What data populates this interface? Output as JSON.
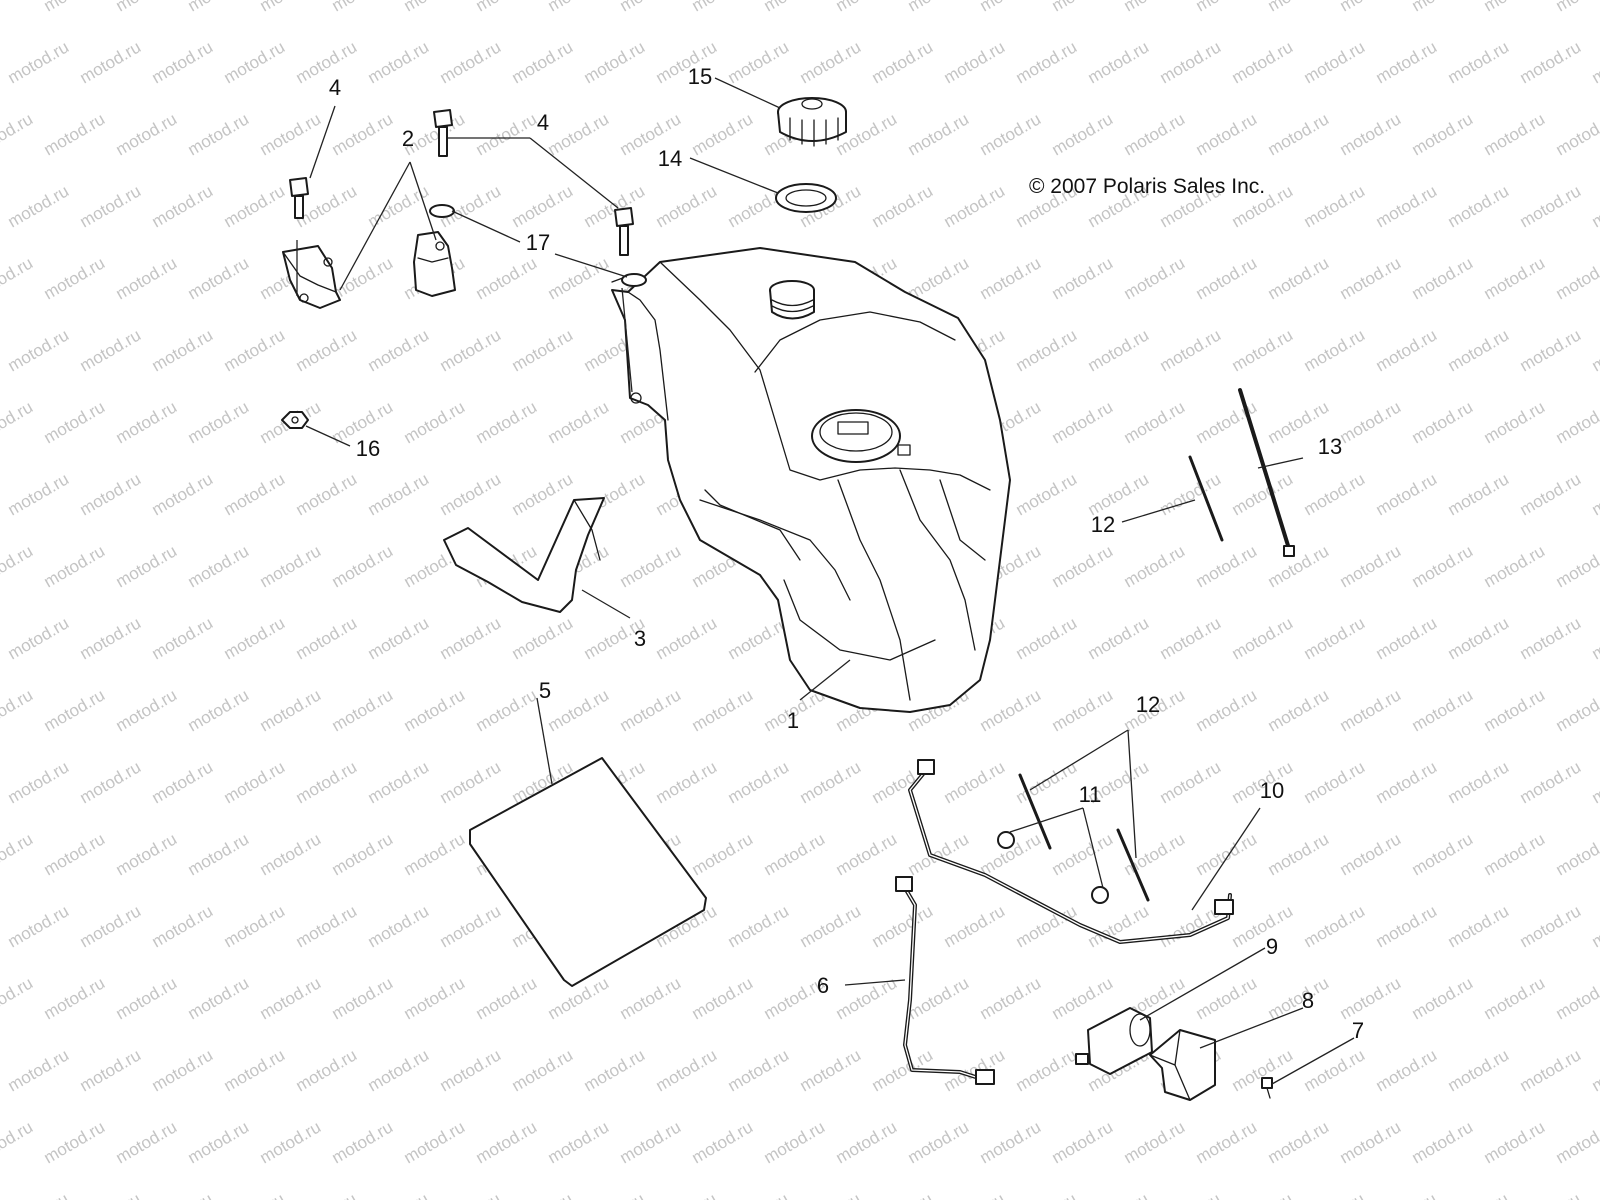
{
  "copyright": "© 2007 Polaris Sales Inc.",
  "watermark": "motod.ru",
  "callouts": [
    {
      "id": "1",
      "label": "1"
    },
    {
      "id": "2",
      "label": "2"
    },
    {
      "id": "3",
      "label": "3"
    },
    {
      "id": "4a",
      "label": "4"
    },
    {
      "id": "4b",
      "label": "4"
    },
    {
      "id": "5",
      "label": "5"
    },
    {
      "id": "6",
      "label": "6"
    },
    {
      "id": "7",
      "label": "7"
    },
    {
      "id": "8",
      "label": "8"
    },
    {
      "id": "9",
      "label": "9"
    },
    {
      "id": "10",
      "label": "10"
    },
    {
      "id": "11",
      "label": "11"
    },
    {
      "id": "12a",
      "label": "12"
    },
    {
      "id": "12b",
      "label": "12"
    },
    {
      "id": "13",
      "label": "13"
    },
    {
      "id": "14",
      "label": "14"
    },
    {
      "id": "15",
      "label": "15"
    },
    {
      "id": "16",
      "label": "16"
    },
    {
      "id": "17",
      "label": "17"
    }
  ]
}
